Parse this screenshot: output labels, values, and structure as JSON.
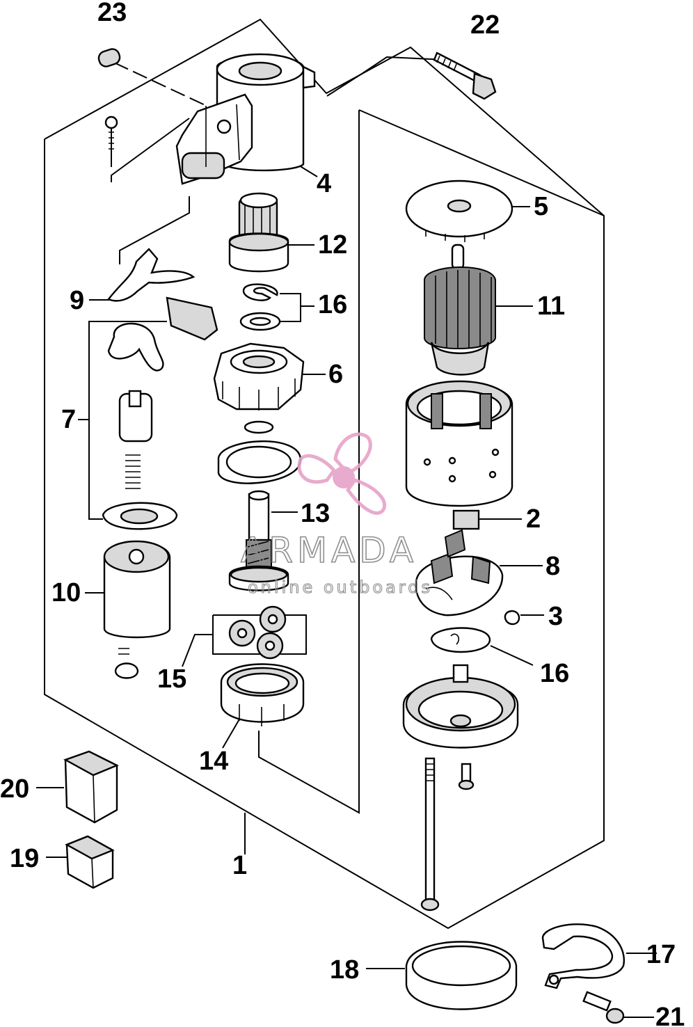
{
  "callouts": [
    {
      "id": "1",
      "label": "1"
    },
    {
      "id": "2",
      "label": "2"
    },
    {
      "id": "3",
      "label": "3"
    },
    {
      "id": "4",
      "label": "4"
    },
    {
      "id": "5",
      "label": "5"
    },
    {
      "id": "6",
      "label": "6"
    },
    {
      "id": "7",
      "label": "7"
    },
    {
      "id": "8",
      "label": "8"
    },
    {
      "id": "9",
      "label": "9"
    },
    {
      "id": "10",
      "label": "10"
    },
    {
      "id": "11",
      "label": "11"
    },
    {
      "id": "12",
      "label": "12"
    },
    {
      "id": "13",
      "label": "13"
    },
    {
      "id": "14",
      "label": "14"
    },
    {
      "id": "15",
      "label": "15"
    },
    {
      "id": "16a",
      "label": "16"
    },
    {
      "id": "16b",
      "label": "16"
    },
    {
      "id": "17",
      "label": "17"
    },
    {
      "id": "18",
      "label": "18"
    },
    {
      "id": "19",
      "label": "19"
    },
    {
      "id": "20",
      "label": "20"
    },
    {
      "id": "21",
      "label": "21"
    },
    {
      "id": "22",
      "label": "22"
    },
    {
      "id": "23",
      "label": "23"
    }
  ],
  "watermark": {
    "brand": "ARMADA",
    "tagline": "online outboards",
    "color": "#e6a3c8"
  }
}
